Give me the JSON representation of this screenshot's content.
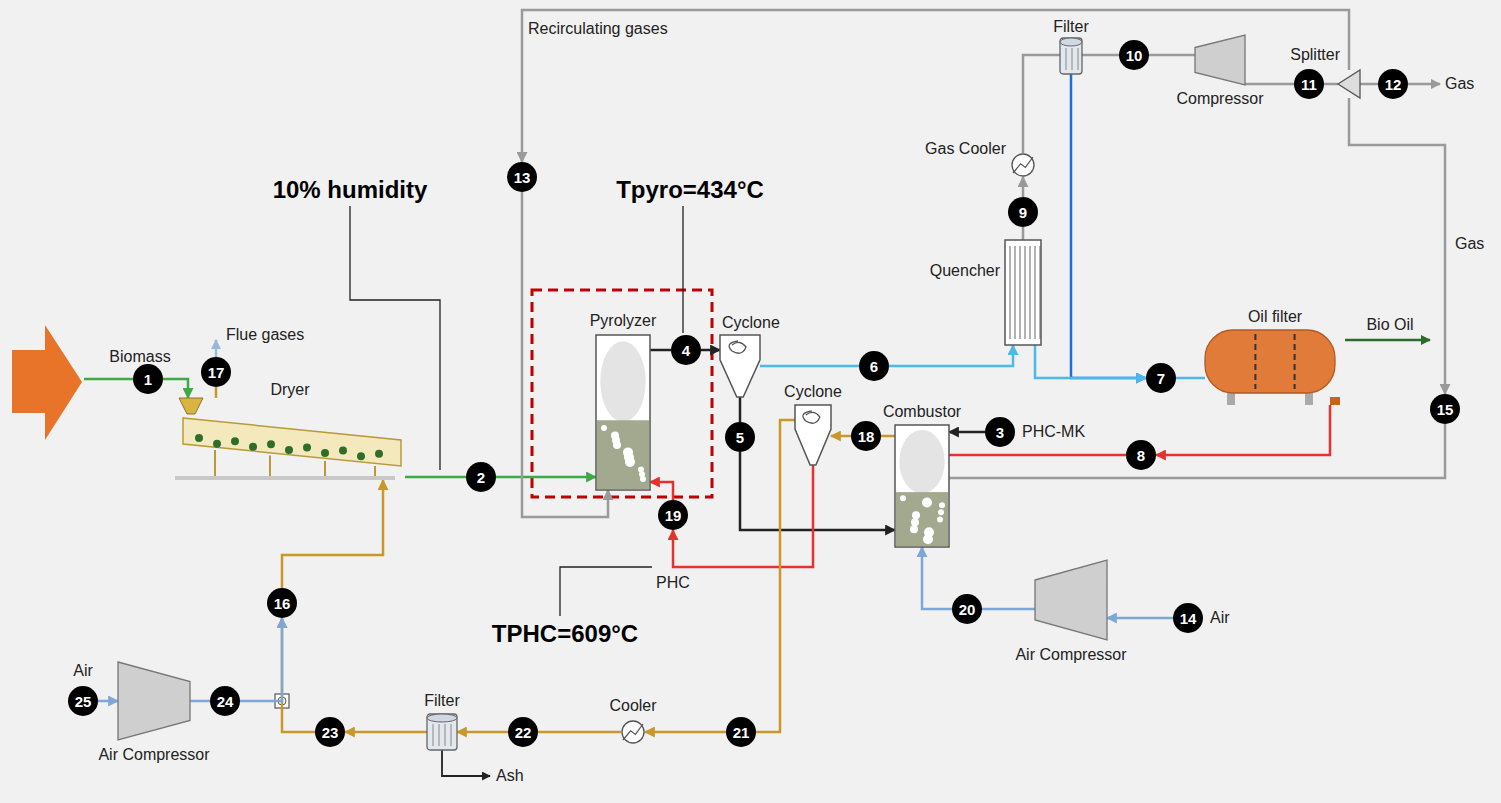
{
  "diagram": {
    "nodes": [
      {
        "text": [
          "1"
        ]
      },
      {
        "text": [
          "2"
        ]
      },
      {
        "text": [
          "3"
        ]
      },
      {
        "text": [
          "4"
        ]
      },
      {
        "text": [
          "5"
        ]
      },
      {
        "text": [
          "6"
        ]
      },
      {
        "text": [
          "7"
        ]
      },
      {
        "text": [
          "8"
        ]
      },
      {
        "text": [
          "9"
        ]
      },
      {
        "text": [
          "10"
        ]
      },
      {
        "text": [
          "11"
        ]
      },
      {
        "text": [
          "12"
        ]
      },
      {
        "text": [
          "13"
        ]
      },
      {
        "text": [
          "14"
        ]
      },
      {
        "text": [
          "15"
        ]
      },
      {
        "text": [
          "16"
        ]
      },
      {
        "text": [
          "17"
        ]
      },
      {
        "text": [
          "18"
        ]
      },
      {
        "text": [
          "19"
        ]
      },
      {
        "text": [
          "20"
        ]
      },
      {
        "text": [
          "21"
        ]
      },
      {
        "text": [
          "22"
        ]
      },
      {
        "text": [
          "23"
        ]
      },
      {
        "text": [
          "24"
        ]
      },
      {
        "text": [
          "25"
        ]
      },
      {
        "text": [
          "Dryer"
        ]
      },
      {
        "text": [
          "Pyrolyzer"
        ]
      },
      {
        "text": [
          "Cyclone"
        ]
      },
      {
        "text": [
          "Quencher"
        ]
      },
      {
        "text": [
          "Gas Cooler"
        ]
      },
      {
        "text": [
          "Filter"
        ]
      },
      {
        "text": [
          "Compressor"
        ]
      },
      {
        "text": [
          "Splitter"
        ]
      },
      {
        "text": [
          "Oil filter"
        ]
      },
      {
        "text": [
          "Combustor"
        ]
      },
      {
        "text": [
          "Cyclone"
        ]
      },
      {
        "text": [
          "Air Compressor"
        ]
      },
      {
        "text": [
          "Cooler"
        ]
      },
      {
        "text": [
          "Filter"
        ]
      },
      {
        "text": [
          "Air Compressor"
        ]
      }
    ],
    "edges": [
      {
        "from": 0,
        "to": 25,
        "arrow": "to"
      },
      {
        "from": 25,
        "to": 16,
        "arrow": "none"
      },
      {
        "from": 25,
        "to": 1,
        "arrow": "none"
      },
      {
        "from": 1,
        "to": 26,
        "arrow": "to"
      },
      {
        "from": 26,
        "to": 3,
        "arrow": "none"
      },
      {
        "from": 3,
        "to": 27,
        "arrow": "to"
      },
      {
        "from": 27,
        "to": 5,
        "arrow": "none"
      },
      {
        "from": 5,
        "to": 28,
        "arrow": "to"
      },
      {
        "from": 28,
        "to": 8,
        "arrow": "none"
      },
      {
        "from": 8,
        "to": 29,
        "arrow": "to"
      },
      {
        "from": 29,
        "to": 30,
        "arrow": "none"
      },
      {
        "from": 30,
        "to": 9,
        "arrow": "none"
      },
      {
        "from": 9,
        "to": 31,
        "arrow": "none"
      },
      {
        "from": 31,
        "to": 10,
        "arrow": "none"
      },
      {
        "from": 10,
        "to": 32,
        "arrow": "none"
      },
      {
        "from": 32,
        "to": 11,
        "arrow": "none"
      },
      {
        "from": 32,
        "to": 12,
        "arrow": "to"
      },
      {
        "from": 12,
        "to": 26,
        "arrow": "to"
      },
      {
        "from": 32,
        "to": 14,
        "arrow": "to"
      },
      {
        "from": 14,
        "to": 34,
        "arrow": "none"
      },
      {
        "from": 30,
        "to": 6,
        "arrow": "to"
      },
      {
        "from": 28,
        "to": 6,
        "arrow": "to"
      },
      {
        "from": 6,
        "to": 33,
        "arrow": "none"
      },
      {
        "from": 33,
        "to": 7,
        "arrow": "to"
      },
      {
        "from": 7,
        "to": 34,
        "arrow": "none"
      },
      {
        "from": 27,
        "to": 4,
        "arrow": "none"
      },
      {
        "from": 4,
        "to": 34,
        "arrow": "to"
      },
      {
        "from": 2,
        "to": 34,
        "arrow": "to"
      },
      {
        "from": 34,
        "to": 17,
        "arrow": "none"
      },
      {
        "from": 17,
        "to": 35,
        "arrow": "to"
      },
      {
        "from": 35,
        "to": 18,
        "arrow": "to"
      },
      {
        "from": 35,
        "to": 20,
        "arrow": "none"
      },
      {
        "from": 20,
        "to": 37,
        "arrow": "to"
      },
      {
        "from": 37,
        "to": 21,
        "arrow": "none"
      },
      {
        "from": 21,
        "to": 38,
        "arrow": "to"
      },
      {
        "from": 38,
        "to": 22,
        "arrow": "to"
      },
      {
        "from": 22,
        "to": 15,
        "arrow": "to"
      },
      {
        "from": 23,
        "to": 15,
        "arrow": "to"
      },
      {
        "from": 15,
        "to": 25,
        "arrow": "to"
      },
      {
        "from": 39,
        "to": 23,
        "arrow": "none"
      },
      {
        "from": 24,
        "to": 39,
        "arrow": "to"
      },
      {
        "from": 36,
        "to": 19,
        "arrow": "none"
      },
      {
        "from": 19,
        "to": 34,
        "arrow": "to"
      },
      {
        "from": 13,
        "to": 36,
        "arrow": "to"
      },
      {
        "from": 18,
        "to": 26,
        "arrow": "to"
      }
    ],
    "labels": [
      "10% humidity",
      "Tpyro=434°C",
      "TPHC=609°C",
      "Recirculating gases",
      "Biomass",
      "Flue gases",
      "Gas",
      "Gas",
      "Bio Oil",
      "PHC-MK",
      "PHC",
      "Air",
      "Air",
      "Ash"
    ]
  }
}
